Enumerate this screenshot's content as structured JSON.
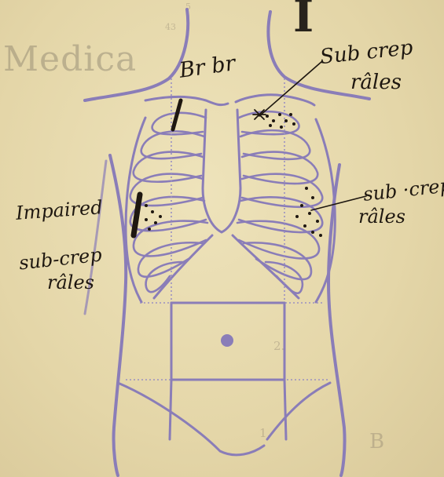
{
  "background_text": {
    "title": "Medica",
    "top_line_1": "5",
    "top_line_2": "43",
    "num_1": "2.",
    "num_2": "1.",
    "right_fragment": "B",
    "large_glyph": "I"
  },
  "annotations": {
    "bbr": "Br br",
    "upper_right_1": "Sub crep",
    "upper_right_2": "râles",
    "right_1": "sub ·crep",
    "right_2": "râles",
    "left_1": "Impaired",
    "left_2": "sub-crep",
    "left_3": "râles"
  },
  "colors": {
    "paper": "#e6d9ad",
    "diagram_ink": "#8a7db8",
    "guide_line": "#9a8fc2",
    "pen_ink": "#1e1710"
  }
}
